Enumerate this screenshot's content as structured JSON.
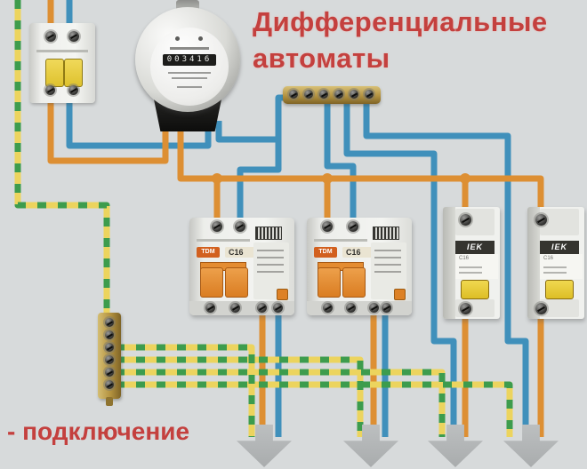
{
  "title": {
    "line1": "Дифференциальные",
    "line2": "автоматы"
  },
  "caption": "- подключение",
  "colors": {
    "phase_wire": "#dd8f33",
    "neutral_wire": "#4090bb",
    "ground_yellow": "#ecd45e",
    "ground_green": "#3d9c4d",
    "title_red": "#c4403e",
    "arrow_gray": "#b4b7b8",
    "brass": "#bd9f4e"
  },
  "meter": {
    "counter": "003416"
  },
  "breakers": {
    "main": {
      "type": "2-pole input breaker"
    },
    "diff1": {
      "brand": "TDM",
      "rating": "С16"
    },
    "diff2": {
      "brand": "TDM",
      "rating": "С16"
    },
    "single1": {
      "brand": "IEK",
      "rating": "C16"
    },
    "single2": {
      "brand": "IEK",
      "rating": "C16"
    }
  }
}
